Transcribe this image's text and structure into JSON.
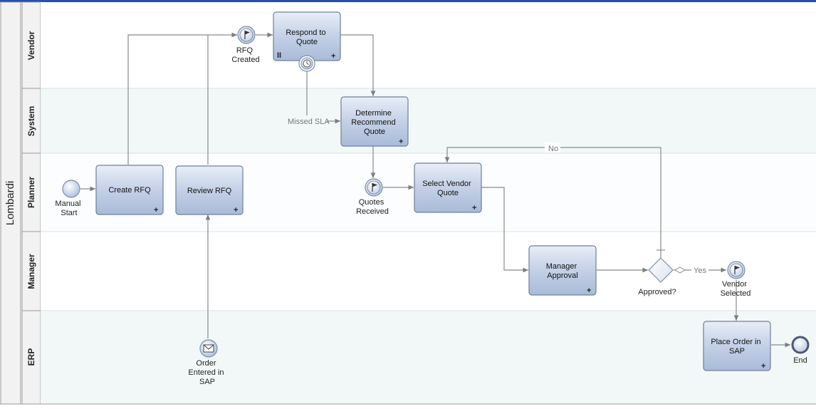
{
  "pool": {
    "name": "Lombardi"
  },
  "lanes": [
    {
      "id": "vendor",
      "label": "Vendor"
    },
    {
      "id": "system",
      "label": "System"
    },
    {
      "id": "planner",
      "label": "Planner"
    },
    {
      "id": "manager",
      "label": "Manager"
    },
    {
      "id": "erp",
      "label": "ERP"
    }
  ],
  "tasks": {
    "respond_to_quote": {
      "lines": [
        "Respond to",
        "Quote"
      ],
      "has_pause": true
    },
    "determine_recommend_quote": {
      "lines": [
        "Determine",
        "Recommend",
        "Quote"
      ]
    },
    "create_rfq": {
      "lines": [
        "Create RFQ"
      ]
    },
    "review_rfq": {
      "lines": [
        "Review RFQ"
      ]
    },
    "select_vendor_quote": {
      "lines": [
        "Select Vendor",
        "Quote"
      ]
    },
    "manager_approval": {
      "lines": [
        "Manager",
        "Approval"
      ]
    },
    "place_order_in_sap": {
      "lines": [
        "Place Order in",
        "SAP"
      ]
    }
  },
  "events": {
    "manual_start": {
      "lines": [
        "Manual",
        "Start"
      ],
      "kind": "start"
    },
    "rfq_created": {
      "lines": [
        "RFQ",
        "Created"
      ],
      "kind": "intermediate-flag"
    },
    "quotes_received": {
      "lines": [
        "Quotes",
        "Received"
      ],
      "kind": "intermediate-flag"
    },
    "vendor_selected": {
      "lines": [
        "Vendor",
        "Selected"
      ],
      "kind": "intermediate-flag"
    },
    "order_entered_in_sap": {
      "lines": [
        "Order",
        "Entered in",
        "SAP"
      ],
      "kind": "message"
    },
    "end": {
      "lines": [
        "End"
      ],
      "kind": "end"
    },
    "missed_sla_timer": {
      "lines": [],
      "kind": "timer-boundary"
    }
  },
  "gateways": {
    "approved": {
      "lines": [
        "Approved?"
      ]
    }
  },
  "flow_labels": {
    "missed_sla": "Missed SLA",
    "no": "No",
    "yes": "Yes"
  },
  "task_marker": "+",
  "pause_marker": "II"
}
